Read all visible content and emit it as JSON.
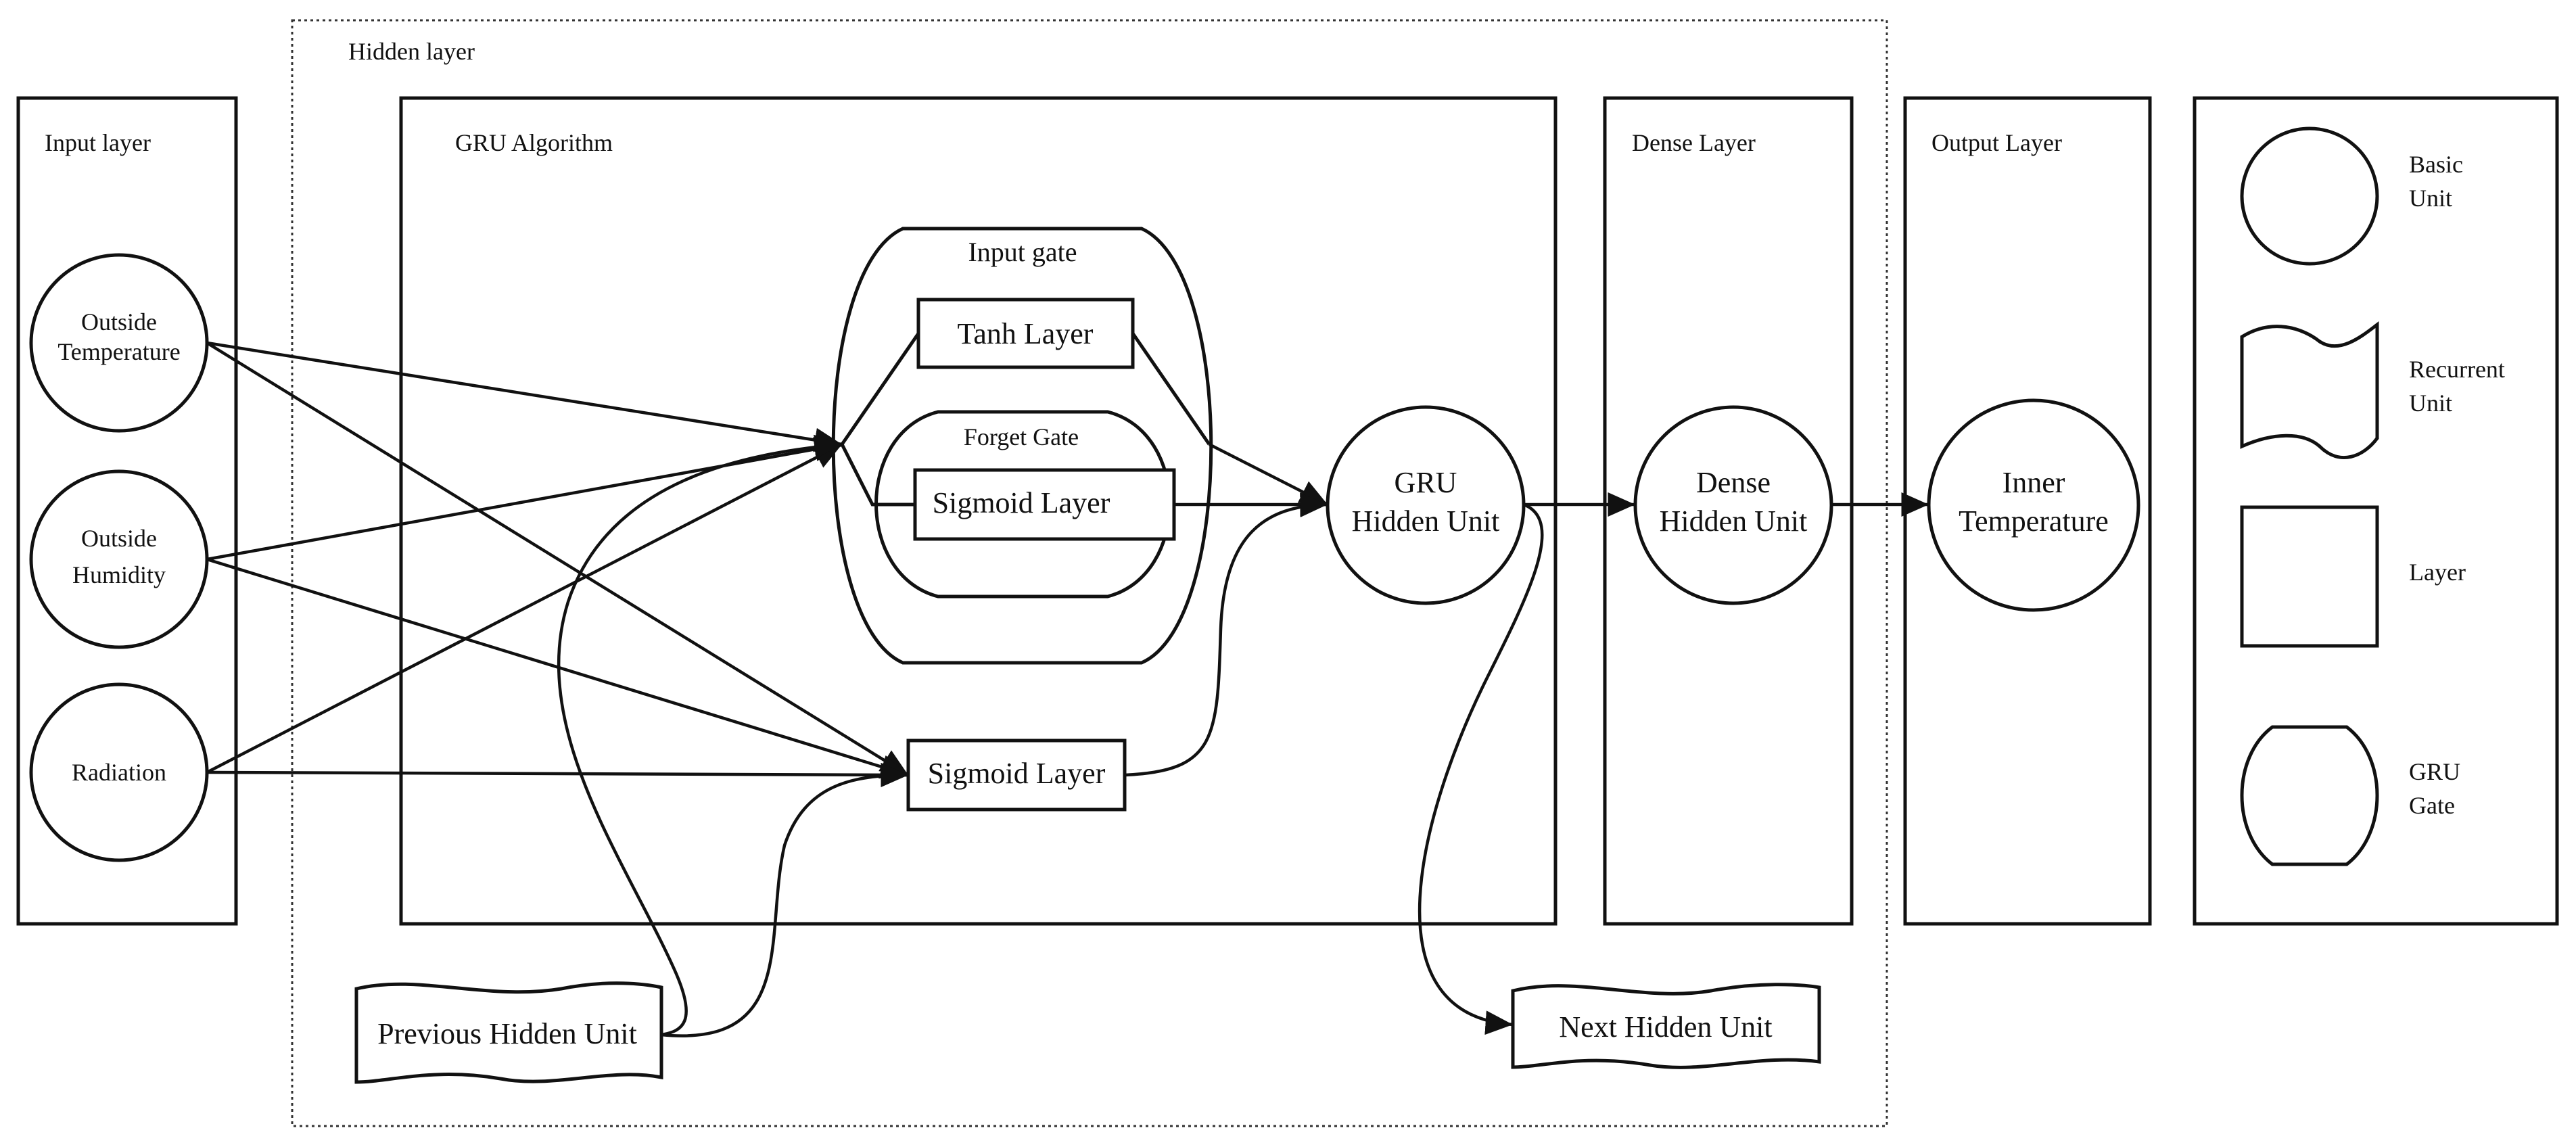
{
  "hidden_layer": {
    "label": "Hidden layer"
  },
  "input_layer": {
    "label": "Input layer",
    "nodes": {
      "outside_temperature": [
        "Outside",
        "Temperature"
      ],
      "outside_humidity": [
        "Outside",
        "Humidity"
      ],
      "radiation": [
        "Radiation"
      ]
    }
  },
  "gru_algorithm": {
    "label": "GRU Algorithm",
    "input_gate": "Input gate",
    "tanh_layer": "Tanh Layer",
    "forget_gate": "Forget Gate",
    "sigmoid_layer_forget": "Sigmoid Layer",
    "sigmoid_layer_lower": "Sigmoid Layer",
    "gru_hidden_unit": [
      "GRU",
      "Hidden Unit"
    ]
  },
  "dense_layer": {
    "label": "Dense Layer",
    "node": [
      "Dense",
      "Hidden Unit"
    ]
  },
  "output_layer": {
    "label": "Output Layer",
    "node": [
      "Inner",
      "Temperature"
    ]
  },
  "recurrent": {
    "previous": "Previous Hidden Unit",
    "next": "Next Hidden Unit"
  },
  "legend": {
    "basic_unit": [
      "Basic",
      "Unit"
    ],
    "recurrent_unit": [
      "Recurrent",
      "Unit"
    ],
    "layer": [
      "Layer"
    ],
    "gru_gate": [
      "GRU",
      "Gate"
    ]
  }
}
